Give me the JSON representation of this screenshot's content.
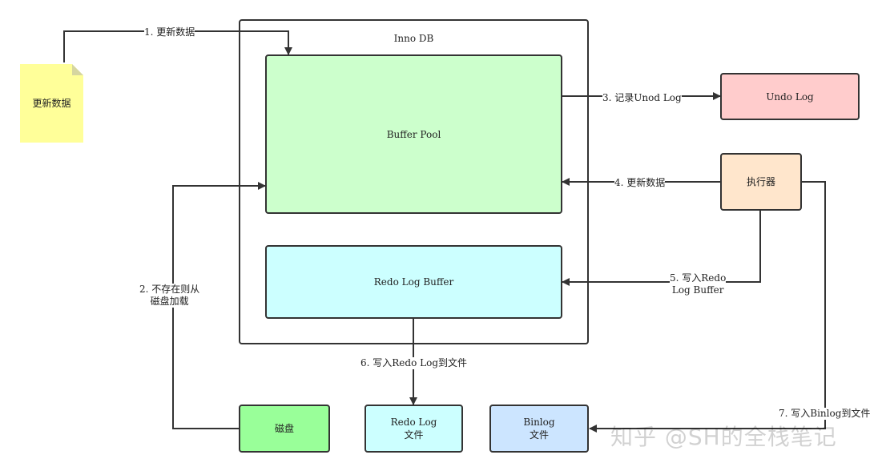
{
  "nodes": {
    "doc": {
      "label": "更新数据"
    },
    "innodb": {
      "label": "Inno DB"
    },
    "buffer_pool": {
      "label": "Buffer Pool"
    },
    "redo_buffer": {
      "label": "Redo Log Buffer"
    },
    "undo_log": {
      "label": "Undo Log"
    },
    "executor": {
      "label": "执行器"
    },
    "disk": {
      "label": "磁盘"
    },
    "redo_file": {
      "label": "Redo Log\n文件"
    },
    "binlog_file": {
      "label": "Binlog\n文件"
    }
  },
  "edges": {
    "e1": "1. 更新数据",
    "e2": "2. 不存在则从\n磁盘加载",
    "e3": "3. 记录Unod Log",
    "e4": "4. 更新数据",
    "e5": "5. 写入Redo\nLog Buffer",
    "e6": "6. 写入Redo Log到文件",
    "e7": "7. 写入Binlog到文件"
  },
  "watermark": "知乎 @SH的全栈笔记",
  "colors": {
    "doc": "#ffff99",
    "buffer_pool": "#ccffcc",
    "redo_buffer": "#ccffff",
    "undo_log": "#ffcccc",
    "executor": "#ffe6cc",
    "disk": "#99ff99",
    "redo_file": "#ccffff",
    "binlog_file": "#cce5ff",
    "line": "#333333"
  }
}
